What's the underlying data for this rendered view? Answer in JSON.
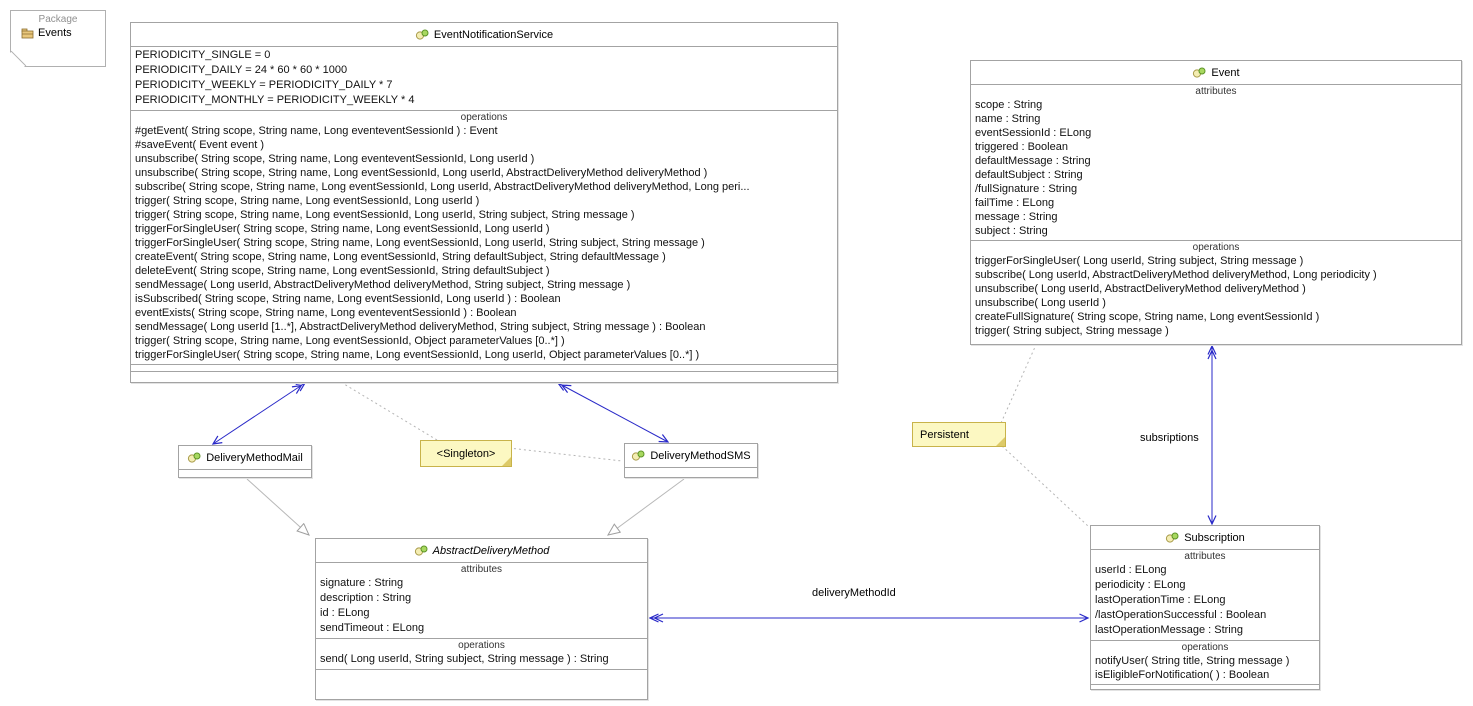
{
  "colors": {
    "association_blue": "#2929c8",
    "generalization_gray": "#b8b8b8",
    "note_background": "#fcf8c2",
    "note_border": "#c8b34a",
    "box_border": "#a3a3a3"
  },
  "package": {
    "kind": "Package",
    "name": "Events"
  },
  "classes": {
    "event_notification_service": {
      "name": "EventNotificationService",
      "constants": [
        "PERIODICITY_SINGLE = 0",
        "PERIODICITY_DAILY = 24 * 60 * 60 * 1000",
        "PERIODICITY_WEEKLY = PERIODICITY_DAILY * 7",
        "PERIODICITY_MONTHLY = PERIODICITY_WEEKLY * 4"
      ],
      "operations_label": "operations",
      "operations": [
        "#getEvent( String scope, String name, Long eventeventSessionId ) : Event",
        "#saveEvent( Event event )",
        "unsubscribe( String scope, String name, Long eventeventSessionId, Long userId )",
        "unsubscribe( String scope, String name, Long eventSessionId, Long userId, AbstractDeliveryMethod deliveryMethod )",
        "subscribe( String scope, String name, Long eventSessionId, Long userId, AbstractDeliveryMethod deliveryMethod, Long peri...",
        "trigger( String scope, String name, Long eventSessionId, Long userId )",
        "trigger( String scope, String name, Long eventSessionId, Long userId, String subject, String message )",
        "triggerForSingleUser( String scope, String name, Long eventSessionId, Long userId )",
        "triggerForSingleUser( String scope, String name, Long eventSessionId, Long userId, String subject, String message )",
        "createEvent( String scope, String name, Long eventSessionId, String defaultSubject, String defaultMessage )",
        "deleteEvent( String scope, String name, Long eventSessionId, String defaultSubject )",
        "sendMessage( Long userId, AbstractDeliveryMethod deliveryMethod, String subject, String message )",
        "isSubscribed( String scope, String name, Long eventSessionId, Long userId ) : Boolean",
        "eventExists( String scope, String name, Long eventeventSessionId ) : Boolean",
        "sendMessage( Long userId [1..*], AbstractDeliveryMethod deliveryMethod, String subject, String message ) : Boolean",
        "trigger( String scope, String name, Long eventSessionId, Object parameterValues [0..*] )",
        "triggerForSingleUser( String scope, String name, Long eventSessionId, Long userId, Object parameterValues [0..*] )"
      ]
    },
    "event": {
      "name": "Event",
      "attributes_label": "attributes",
      "attributes": [
        "scope : String",
        "name : String",
        "eventSessionId : ELong",
        "triggered : Boolean",
        "defaultMessage : String",
        "defaultSubject : String",
        "/fullSignature : String",
        "failTime : ELong",
        "message : String",
        "subject : String"
      ],
      "operations_label": "operations",
      "operations": [
        "triggerForSingleUser( Long userId, String subject, String message )",
        "subscribe( Long userId, AbstractDeliveryMethod deliveryMethod, Long periodicity )",
        "unsubscribe( Long userId, AbstractDeliveryMethod deliveryMethod )",
        "unsubscribe( Long userId )",
        "createFullSignature( String scope, String name, Long eventSessionId )",
        "trigger( String subject, String message )"
      ]
    },
    "delivery_method_mail": {
      "name": "DeliveryMethodMail"
    },
    "delivery_method_sms": {
      "name": "DeliveryMethodSMS"
    },
    "abstract_delivery_method": {
      "name": "AbstractDeliveryMethod",
      "attributes_label": "attributes",
      "attributes": [
        "signature : String",
        "description : String",
        "id : ELong",
        "sendTimeout : ELong"
      ],
      "operations_label": "operations",
      "operations": [
        "send( Long userId, String subject, String message ) : String"
      ]
    },
    "subscription": {
      "name": "Subscription",
      "attributes_label": "attributes",
      "attributes": [
        "userId : ELong",
        "periodicity : ELong",
        "lastOperationTime : ELong",
        "/lastOperationSuccessful : Boolean",
        "lastOperationMessage : String"
      ],
      "operations_label": "operations",
      "operations": [
        "notifyUser( String title, String message )",
        "isEligibleForNotification( ) : Boolean"
      ]
    }
  },
  "notes": {
    "singleton": "<Singleton>",
    "persistent": "Persistent"
  },
  "edge_labels": {
    "subscriptions": "subsriptions",
    "delivery_method_id": "deliveryMethodId"
  }
}
